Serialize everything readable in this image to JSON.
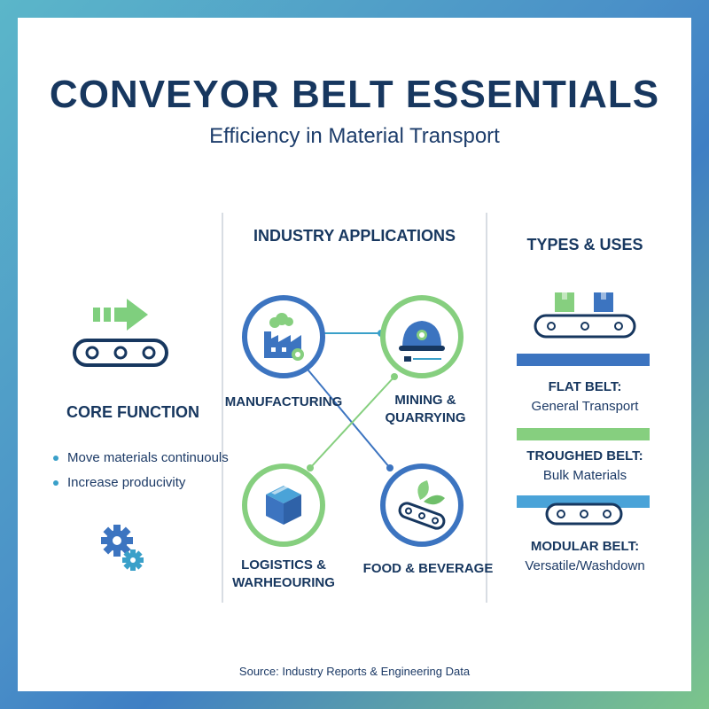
{
  "header": {
    "title": "CONVEYOR BELT ESSENTIALS",
    "subtitle": "Efficiency in Material Transport"
  },
  "core": {
    "heading": "CORE FUNCTION",
    "bullets": [
      "Move materials continuouls",
      "Increase producivity"
    ]
  },
  "industry": {
    "heading": "INDUSTRY APPLICATIONS",
    "items": [
      {
        "label": "MANUFACTURING",
        "icon": "factory-icon"
      },
      {
        "label": "MINING &\nQUARRYING",
        "label_line1": "MINING &",
        "label_line2": "QUARRYING",
        "icon": "hard-hat-icon"
      },
      {
        "label_line1": "LOGISTICS &",
        "label_line2": "WARHEOURING",
        "icon": "box-icon"
      },
      {
        "label": "FOOD & BEVERAGE",
        "icon": "leaf-conveyor-icon"
      }
    ]
  },
  "types": {
    "heading": "TYPES & USES",
    "items": [
      {
        "title": "FLAT BELT:",
        "use": "General Transport",
        "color": "#3c74c0"
      },
      {
        "title": "TROUGHED BELT:",
        "use": "Bulk Materials",
        "color": "#86cf7f"
      },
      {
        "title": "MODULAR BELT:",
        "use": "Versatile/Washdown",
        "color": "#4aa3d8"
      }
    ]
  },
  "footer": {
    "source": "Source: Industry Reports & Engineering Data"
  },
  "colors": {
    "navy": "#17375f",
    "blue": "#3c74c0",
    "green": "#86cf7f",
    "teal": "#3aa0c9"
  }
}
